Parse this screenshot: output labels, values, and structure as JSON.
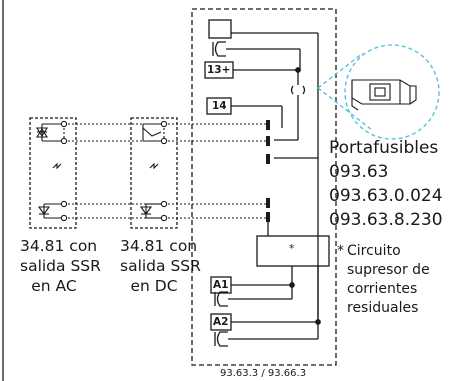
{
  "terminals": {
    "t13": "13+",
    "t14": "14",
    "a1": "A1",
    "a2": "A2",
    "star": "*"
  },
  "modules": {
    "ac": [
      "34.81 con",
      "salida SSR",
      "en AC"
    ],
    "dc": [
      "34.81 con",
      "salida SSR",
      "en DC"
    ]
  },
  "portafusibles": {
    "title": "Portafusibles",
    "codes": [
      "093.63",
      "093.63.0.024",
      "093.63.8.230"
    ]
  },
  "footnote": {
    "mark": "*",
    "lines": [
      "Circuito",
      "supresor de",
      "corrientes",
      "residuales"
    ]
  },
  "caption": "93.63.3 / 93.66.3",
  "colors": {
    "line": "#1a1a1a",
    "callout": "#5bc0de"
  }
}
